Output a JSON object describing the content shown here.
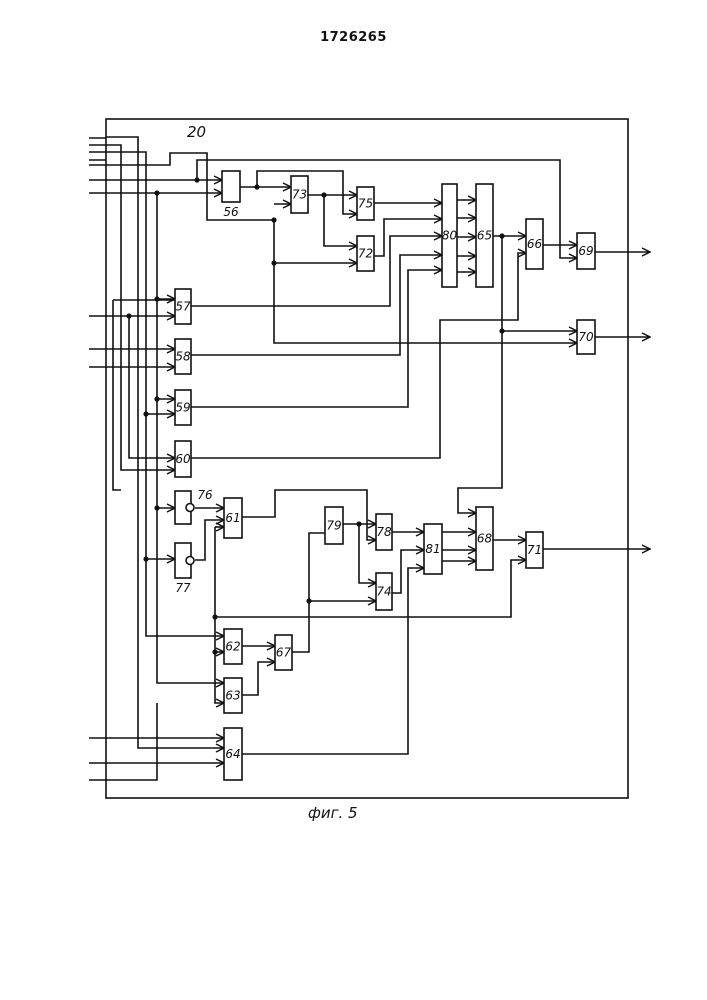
{
  "document": {
    "number": "1726265",
    "frame_label": "20",
    "caption": "фиг. 5"
  },
  "blocks": {
    "b56": "56",
    "b57": "57",
    "b58": "58",
    "b59": "59",
    "b60": "60",
    "b61": "61",
    "b62": "62",
    "b63": "63",
    "b64": "64",
    "b65": "65",
    "b66": "66",
    "b67": "67",
    "b68": "68",
    "b69": "69",
    "b70": "70",
    "b71": "71",
    "b72": "72",
    "b73": "73",
    "b74": "74",
    "b75": "75",
    "b76": "76",
    "b77": "77",
    "b78": "78",
    "b79": "79",
    "b80": "80",
    "b81": "81"
  }
}
